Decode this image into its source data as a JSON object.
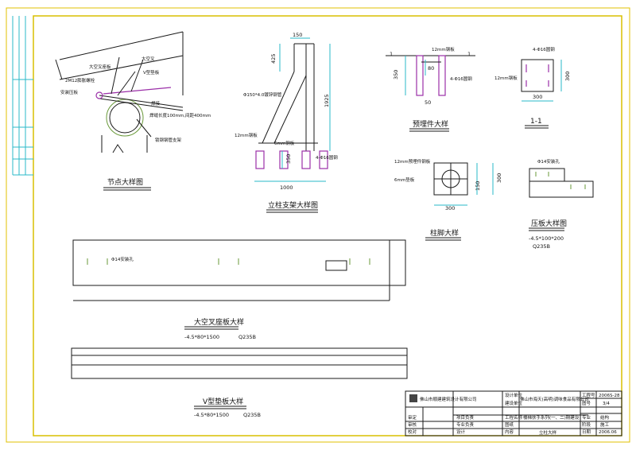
{
  "node_detail": {
    "title": "节点大样图",
    "labels": [
      "大空叉座板",
      "大空叉",
      "V型垫板",
      "2M12膨胀螺栓",
      "安装压板",
      "焊接",
      "焊缝长度100mm,间距400mm",
      "锁钢钢管支架"
    ]
  },
  "column_detail": {
    "title": "立柱支架大样图",
    "dims": [
      "150",
      "425",
      "1925",
      "350",
      "1000"
    ],
    "labels": [
      "Φ150*4.0镀锌钢管",
      "12mm钢板",
      "6mm钢板",
      "4-Φ16圆钢"
    ]
  },
  "embed_detail": {
    "title": "预埋件大样",
    "dims": [
      "350",
      "80",
      "50",
      "1",
      "1"
    ],
    "labels": [
      "12mm钢板",
      "4-Φ16圆钢"
    ]
  },
  "section_11": {
    "title": "1-1",
    "dims": [
      "300",
      "300"
    ],
    "labels": [
      "4-Φ16圆钢",
      "12mm钢板"
    ]
  },
  "foot_detail": {
    "title": "柱脚大样",
    "dims": [
      "300",
      "150",
      "300"
    ],
    "labels": [
      "12mm预埋件钢板",
      "6mm垫板"
    ]
  },
  "plate_detail": {
    "title": "压板大样图",
    "spec": "-4.5*100*200",
    "material": "Q235B",
    "labels": [
      "Φ14安装孔"
    ]
  },
  "seat_plate": {
    "title": "大空叉座板大样",
    "spec": "-4.5*80*1500",
    "material": "Q235B",
    "labels": [
      "Φ14安装孔"
    ]
  },
  "v_plate": {
    "title": "V型垫板大样",
    "spec": "-4.5*80*1500",
    "material": "Q235B"
  },
  "title_block": {
    "company": "佛山市顺建建筑设计有限公司",
    "client": "佛山市海天(高明)调味食品有限公司",
    "project": "楼梯扶手系列(一、二)期建设",
    "drawing": "立柱大样",
    "row_labels": [
      "审定",
      "审核",
      "校对"
    ],
    "mid_labels": [
      "项目负责",
      "专业负责",
      "设计"
    ],
    "col_labels": [
      "设计单位",
      "建设单位",
      "工程名称",
      "图纸",
      "内容"
    ],
    "right_labels": [
      "工程号",
      "图号",
      "专业",
      "阶段",
      "日期"
    ],
    "right_values": [
      "2006S-28",
      "3/4",
      "结构",
      "施工",
      "2006.06"
    ]
  },
  "colors": {
    "border": "#e0c200",
    "dims": "#2ab8c8",
    "steel": "#9b2fa8",
    "weld": "#6a9a3a"
  }
}
